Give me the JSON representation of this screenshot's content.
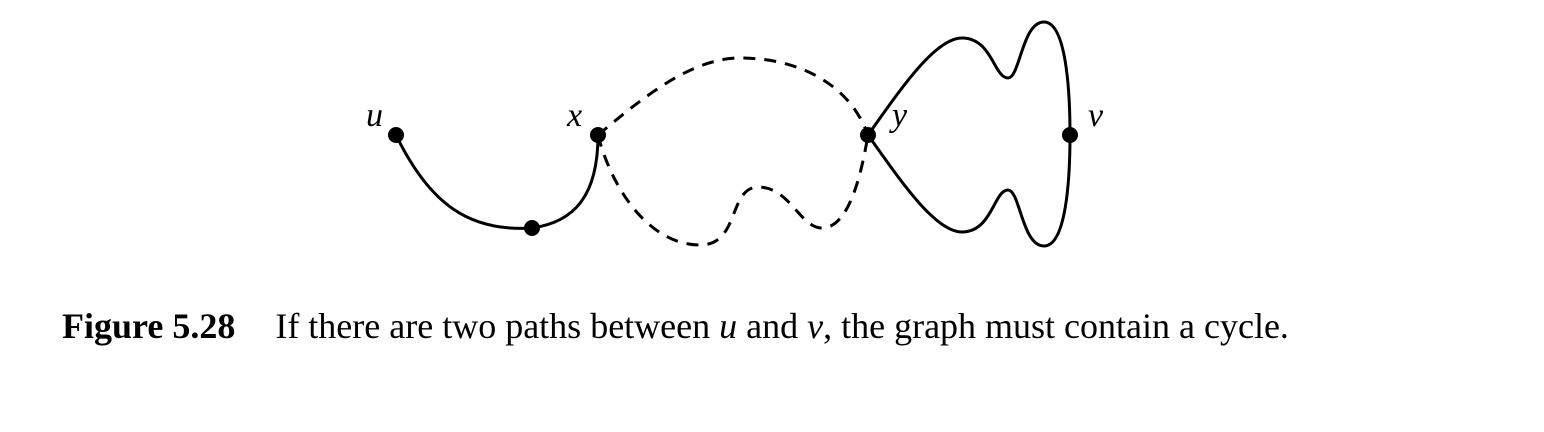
{
  "nodes": {
    "u": {
      "label": "u"
    },
    "x": {
      "label": "x"
    },
    "y": {
      "label": "y"
    },
    "v": {
      "label": "v"
    }
  },
  "edges": [
    {
      "id": "u-x-path",
      "style": "solid"
    },
    {
      "id": "x-y-upper-path",
      "style": "dashed"
    },
    {
      "id": "x-y-lower-path",
      "style": "dashed"
    },
    {
      "id": "y-v-upper-path",
      "style": "solid"
    },
    {
      "id": "y-v-lower-path",
      "style": "solid"
    }
  ],
  "caption": {
    "figure_label": "Figure 5.28",
    "text_before_u": "If there are two paths between ",
    "var_u": "u",
    "text_between": " and ",
    "var_v": "v",
    "text_after_v": ", the graph must contain a cycle."
  }
}
